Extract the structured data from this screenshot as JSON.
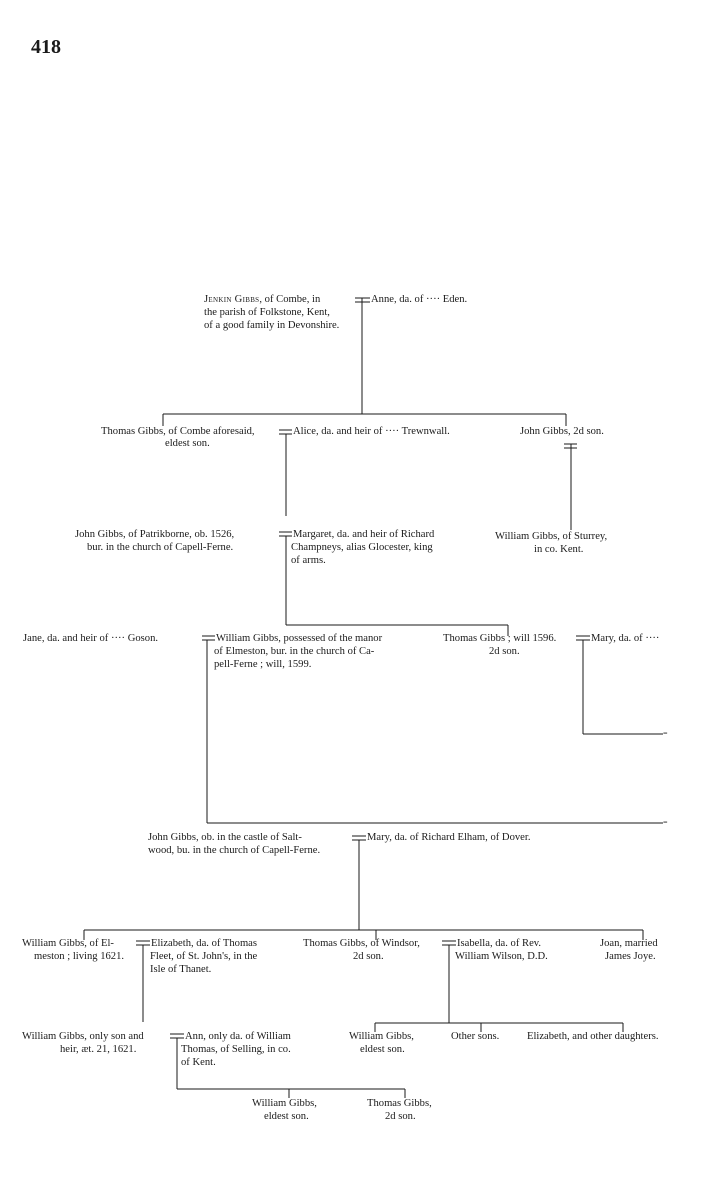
{
  "page_number": "418",
  "persons": {
    "jenkin": {
      "name": "Jenkin Gibbs",
      "line1_rest": ", of Combe, in",
      "line2": "the parish of Folkstone, Kent,",
      "line3": "of a good family in Devonshire."
    },
    "anne": {
      "line1": "Anne, da. of ···· Eden."
    },
    "thomas_combe": {
      "line1": "Thomas Gibbs, of Combe aforesaid,",
      "line2": "eldest son."
    },
    "alice": {
      "line1": "Alice, da. and heir of ···· Trewnwall."
    },
    "john_2d": {
      "line1": "John Gibbs, 2d son."
    },
    "john_patrikborne": {
      "line1": "John Gibbs, of Patrikborne, ob. 1526,",
      "line2": "bur. in the church of Capell-Ferne."
    },
    "margaret": {
      "line1": "Margaret, da. and heir of Richard",
      "line2": "Champneys, alias Glocester, king",
      "line3": "of arms."
    },
    "william_sturrey": {
      "line1": "William Gibbs, of Sturrey,",
      "line2": "in co. Kent."
    },
    "jane": {
      "line1": "Jane, da. and heir of ···· Goson."
    },
    "william_elmeston": {
      "line1": "William Gibbs, possessed of the manor",
      "line2": "of Elmeston, bur. in the church of Ca-",
      "line3": "pell-Ferne ; will, 1599."
    },
    "thomas_1596": {
      "line1": "Thomas Gibbs ; will 1596.",
      "line2": "2d son."
    },
    "mary_of": {
      "line1": "Mary, da. of ····"
    },
    "edge_mark_1": "=",
    "edge_mark_2": "=",
    "john_saltwood": {
      "line1": "John Gibbs, ob. in the castle of Salt-",
      "line2": "wood, bu. in the church of Capell-Ferne."
    },
    "mary_elham": {
      "line1": "Mary, da. of Richard Elham, of Dover."
    },
    "william_1621": {
      "line1": "William Gibbs, of El-",
      "line2": "meston ; living 1621."
    },
    "elizabeth_fleet": {
      "line1": "Elizabeth, da. of Thomas",
      "line2": "Fleet, of St. John's, in the",
      "line3": "Isle of Thanet."
    },
    "thomas_windsor": {
      "line1": "Thomas Gibbs, of Windsor,",
      "line2": "2d son."
    },
    "isabella": {
      "line1": "Isabella, da. of Rev.",
      "line2": "William Wilson, D.D."
    },
    "joan": {
      "line1": "Joan, married",
      "line2": "James Joye."
    },
    "william_only": {
      "line1": "William Gibbs, only son and",
      "line2": "heir, æt. 21, 1621."
    },
    "ann_thomas": {
      "line1": "Ann, only da. of William",
      "line2": "Thomas, of Selling, in co.",
      "line3": "of Kent."
    },
    "william_eldest_windsor": {
      "line1": "William Gibbs,",
      "line2": "eldest son."
    },
    "other_sons": {
      "line1": "Other sons."
    },
    "elizabeth_other": {
      "line1": "Elizabeth, and other daughters."
    },
    "william_eldest_last": {
      "line1": "William Gibbs,",
      "line2": "eldest son."
    },
    "thomas_2d_last": {
      "line1": "Thomas Gibbs,",
      "line2": "2d son."
    }
  }
}
